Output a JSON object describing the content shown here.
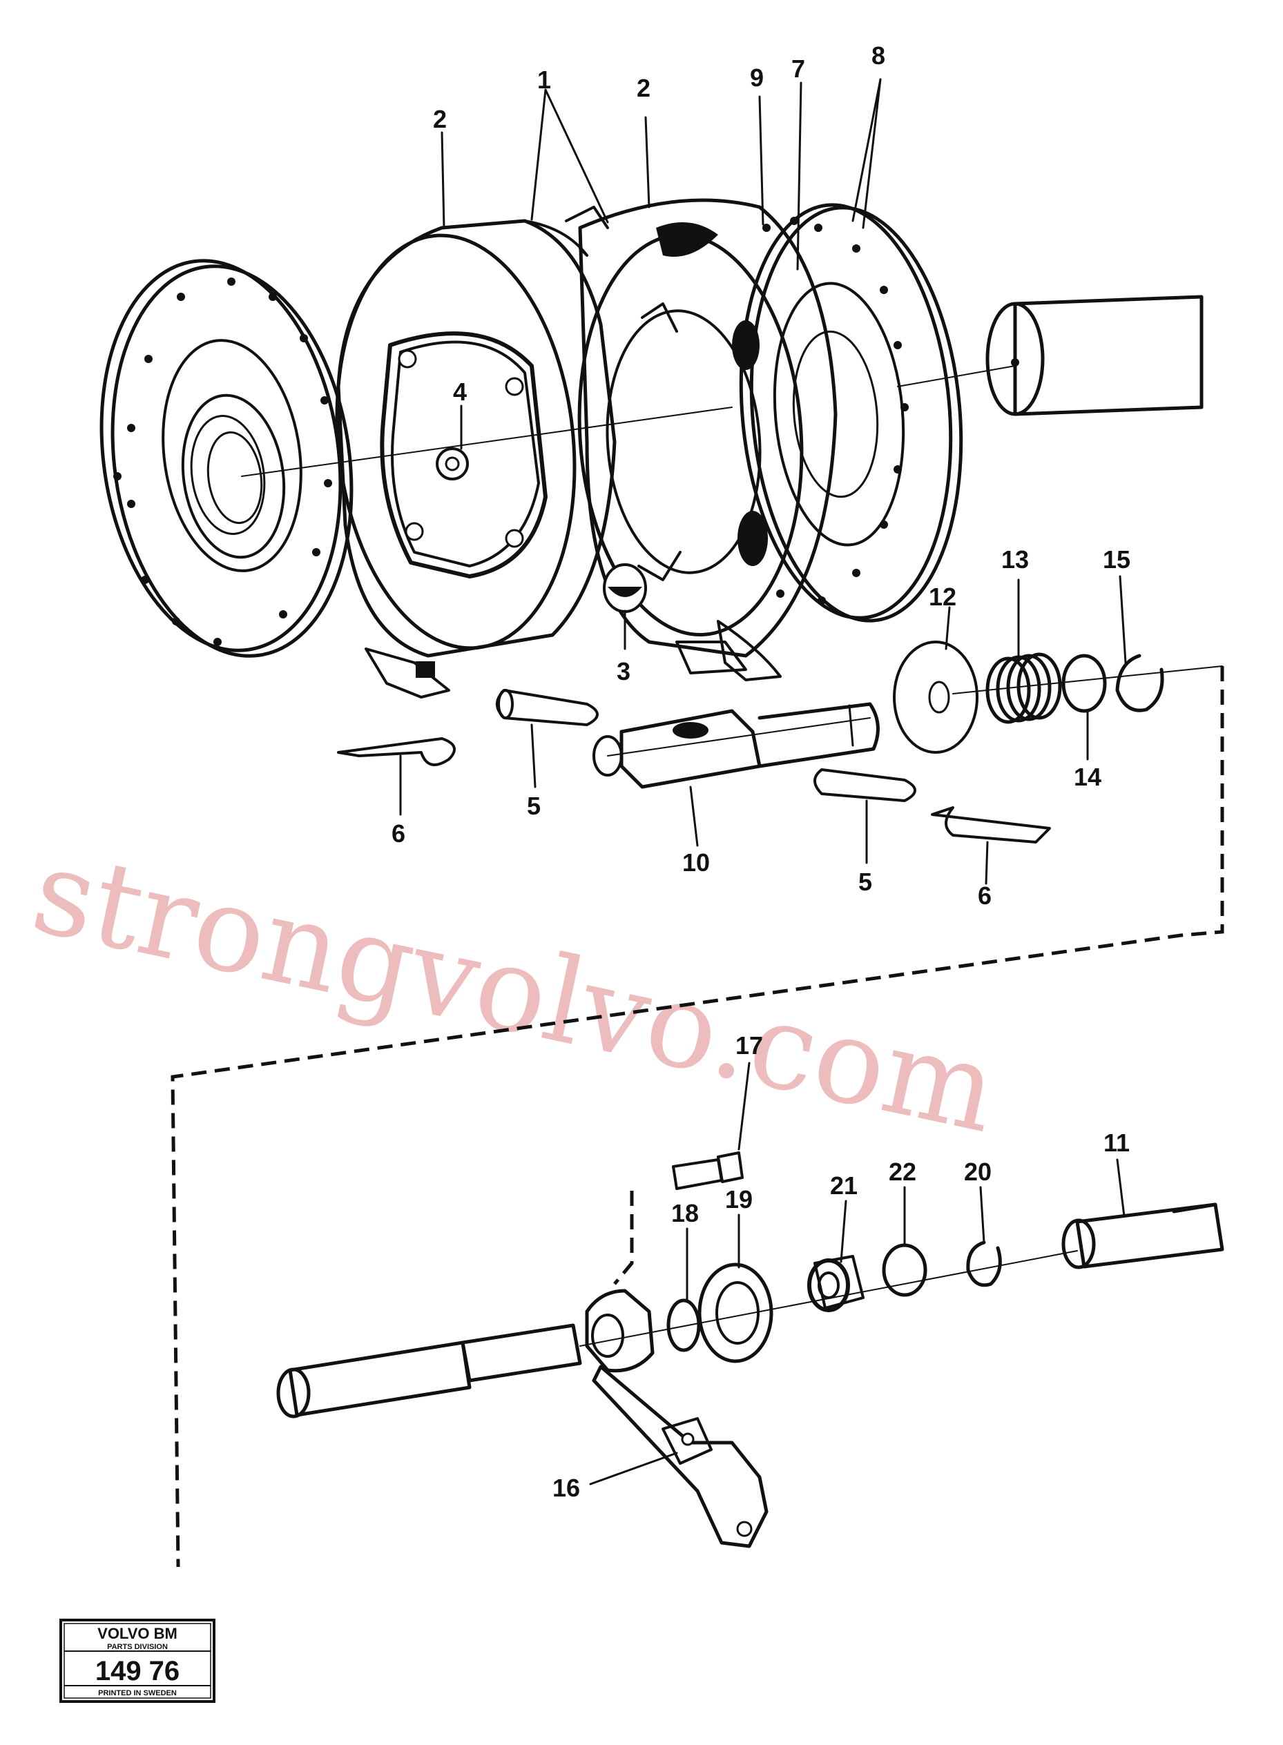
{
  "watermark": "strongvolvo.com",
  "callouts": {
    "c1": "1",
    "c2a": "2",
    "c2b": "2",
    "c3": "3",
    "c4": "4",
    "c5a": "5",
    "c5b": "5",
    "c6a": "6",
    "c6b": "6",
    "c7": "7",
    "c8": "8",
    "c9": "9",
    "c10": "10",
    "c11": "11",
    "c12": "12",
    "c13": "13",
    "c14": "14",
    "c15": "15",
    "c16": "16",
    "c17": "17",
    "c18": "18",
    "c19": "19",
    "c20": "20",
    "c21": "21",
    "c22": "22"
  },
  "stamp": {
    "brand": "VOLVO BM",
    "division": "PARTS DIVISION",
    "number": "149 76",
    "footer": "PRINTED IN SWEDEN"
  }
}
